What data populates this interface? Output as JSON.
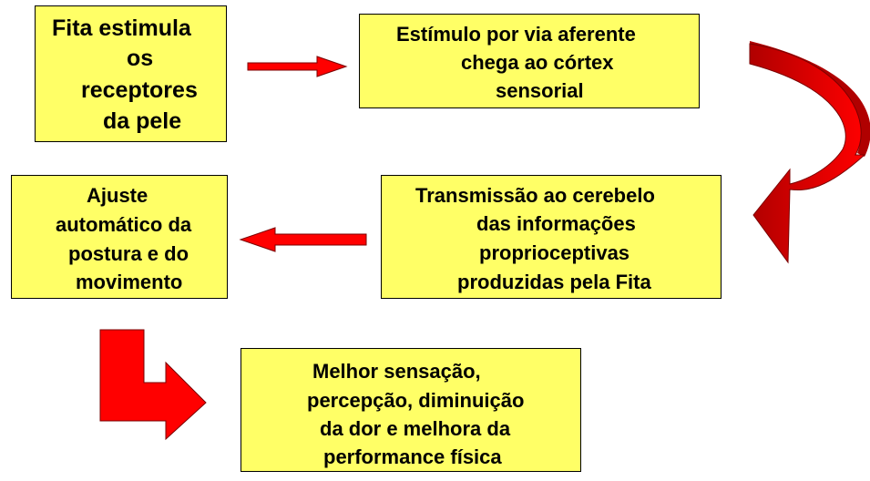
{
  "steps": [
    {
      "lines": [
        "Fita estimula",
        "os",
        "receptores",
        "da pele"
      ]
    },
    {
      "lines": [
        "Estímulo por via aferente",
        "chega ao córtex",
        "sensorial"
      ]
    },
    {
      "lines": [
        "Transmissão ao cerebelo",
        "das informações",
        "proprioceptivas",
        "produzidas pela Fita"
      ]
    },
    {
      "lines": [
        "Ajuste",
        "automático da",
        "postura e do",
        "movimento"
      ]
    },
    {
      "lines": [
        "Melhor sensação,",
        "percepção, diminuição",
        "da dor e melhora da",
        "performance física"
      ]
    }
  ],
  "colors": {
    "box_fill": "#ffff66",
    "arrow_red": "#ff0000",
    "arrow_dark": "#b00000",
    "border": "#000000"
  }
}
